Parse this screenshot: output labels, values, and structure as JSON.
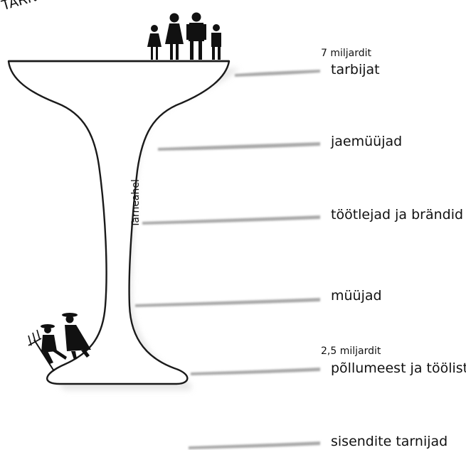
{
  "title": "TARNE",
  "chain_label": "Tarneahel",
  "top_count": "7 miljardit",
  "bottom_count": "2,5 miljardit",
  "levels": [
    {
      "label": "tarbijat"
    },
    {
      "label": "jaemüüjad"
    },
    {
      "label": "töötlejad ja brändid"
    },
    {
      "label": "müüjad"
    },
    {
      "label": "põllumeest ja töölist"
    },
    {
      "label": "sisendite tarnijad"
    }
  ],
  "colors": {
    "glass_stroke": "#1a1a1a",
    "streak": "#9a9a9a",
    "figure": "#111111"
  },
  "icons": [
    "consumer-family-icon",
    "farmer-icon"
  ]
}
